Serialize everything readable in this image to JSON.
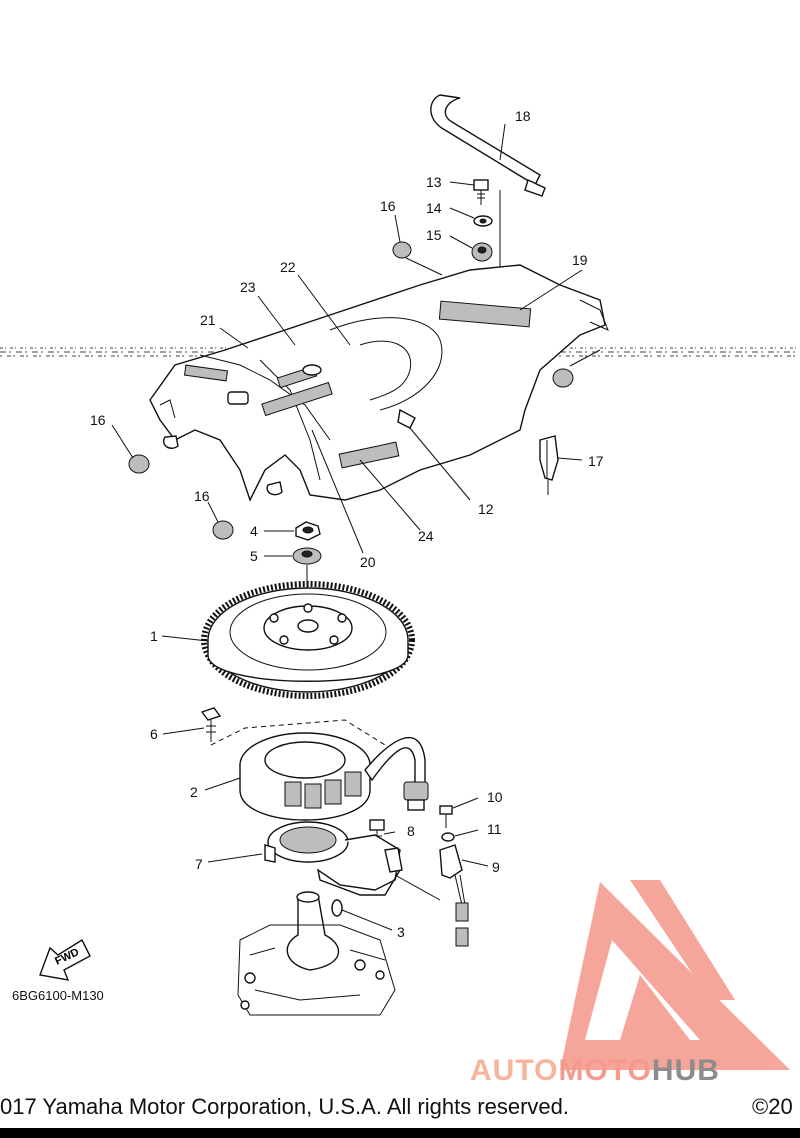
{
  "callouts": {
    "c1": "1",
    "c2": "2",
    "c3": "3",
    "c4": "4",
    "c5": "5",
    "c6": "6",
    "c7": "7",
    "c8": "8",
    "c9": "9",
    "c10": "10",
    "c11": "11",
    "c12": "12",
    "c13": "13",
    "c14": "14",
    "c15": "15",
    "c16a": "16",
    "c16b": "16",
    "c16c": "16",
    "c17": "17",
    "c18": "18",
    "c19": "19",
    "c20": "20",
    "c21": "21",
    "c22": "22",
    "c23": "23",
    "c24": "24"
  },
  "fwd_label": "FWD",
  "diagram_code": "6BG6100-M130",
  "copyright": "017 Yamaha Motor Corporation, U.S.A. All rights reserved.",
  "copyright_right": "©20",
  "watermark": {
    "part1": "AUTO",
    "part2": "MOTO",
    "part3": "HUB"
  },
  "colors": {
    "watermark_primary": "#f59a8c",
    "watermark_light": "#f7b39b",
    "watermark_gray": "#8c8c8c"
  }
}
